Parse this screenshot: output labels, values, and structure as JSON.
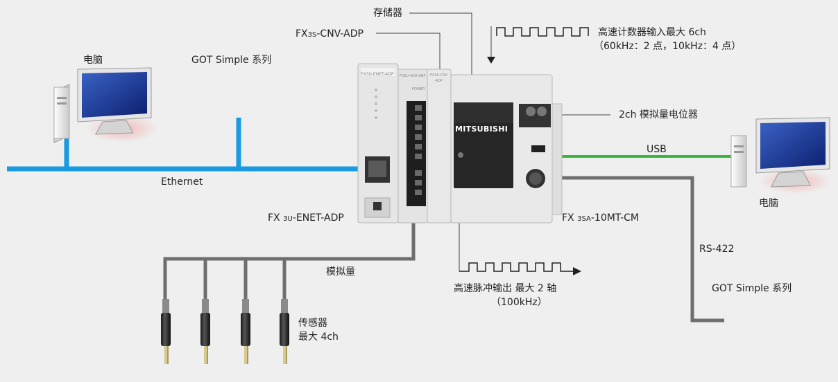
{
  "labels": {
    "pc_left": "电脑",
    "got_top": "GOT Simple 系列",
    "ethernet": "Ethernet",
    "memory": "存储器",
    "cnv_pre": "FX",
    "cnv_sub": "3S",
    "cnv_post": "-CNV-ADP",
    "hsc_line1": "高速计数器输入最大 6ch",
    "hsc_line2": "（60kHz：2 点，10kHz：4 点）",
    "pot": "2ch 模拟量电位器",
    "usb": "USB",
    "pc_right": "电脑",
    "enet_pre": "FX",
    "enet_sub": "3U",
    "enet_post": "-ENET-ADP",
    "main_pre": "FX",
    "main_sub": "3SA",
    "main_post": "-10MT-CM",
    "rs422": "RS-422",
    "got_right": "GOT Simple 系列",
    "analog": "模拟量",
    "pulse_line1": "高速脉冲输出 最大 2 轴",
    "pulse_line2": "（100kHz）",
    "sensor_line1": "传感器",
    "sensor_line2": "最大 4ch"
  },
  "device_text": {
    "brand": "MITSUBISHI",
    "enet_module": "FX3U-ENET-ADP",
    "ad_module": "FX3U-4AD-ADP",
    "cnv_module_1": "FX3S-CNV",
    "cnv_module_2": "-ADP",
    "power": "POWER"
  },
  "colors": {
    "ethernet": "#1a9be0",
    "usb": "#3cb53c",
    "cable": "#6e6e6e",
    "plc_body": "#e3e3e3",
    "plc_panel": "#2a2a2a"
  }
}
